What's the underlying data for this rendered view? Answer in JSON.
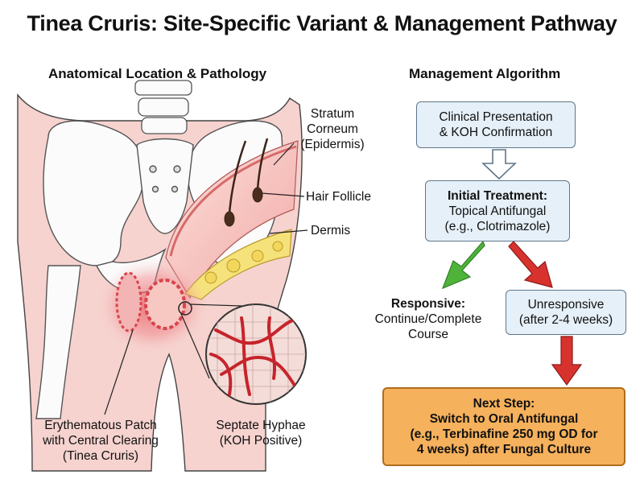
{
  "title": "Tinea Cruris: Site-Specific Variant & Management Pathway",
  "anatomy": {
    "section_title": "Anatomical Location & Pathology",
    "labels": {
      "stratum_line1": "Stratum",
      "stratum_line2": "Corneum",
      "stratum_line3": "(Epidermis)",
      "hair_follicle": "Hair Follicle",
      "dermis": "Dermis",
      "patch_line1": "Erythematous Patch",
      "patch_line2": "with Central Clearing",
      "patch_line3": "(Tinea Cruris)",
      "hyphae_line1": "Septate Hyphae",
      "hyphae_line2": "(KOH Positive)"
    }
  },
  "algorithm": {
    "section_title": "Management Algorithm",
    "presentation": {
      "line1": "Clinical Presentation",
      "line2": "& KOH Confirmation"
    },
    "initial": {
      "line1": "Initial Treatment:",
      "line2": "Topical Antifungal",
      "line3": "(e.g., Clotrimazole)"
    },
    "responsive": {
      "line1": "Responsive:",
      "line2": "Continue/Complete",
      "line3": "Course"
    },
    "unresponsive": {
      "line1": "Unresponsive",
      "line2": "(after 2-4 weeks)"
    },
    "next_step": {
      "line1": "Next Step:",
      "line2": "Switch to Oral Antifungal",
      "line3": "(e.g., Terbinafine 250 mg OD for",
      "line4": "4 weeks) after Fungal Culture"
    }
  },
  "colors": {
    "box_fill": "#e6f0f8",
    "next_fill": "#f6b15c",
    "responsive_arrow": "#4fb33a",
    "unresponsive_arrow": "#d8322f",
    "skin": "#f6d3cf",
    "inflammation": "#e8505a"
  }
}
